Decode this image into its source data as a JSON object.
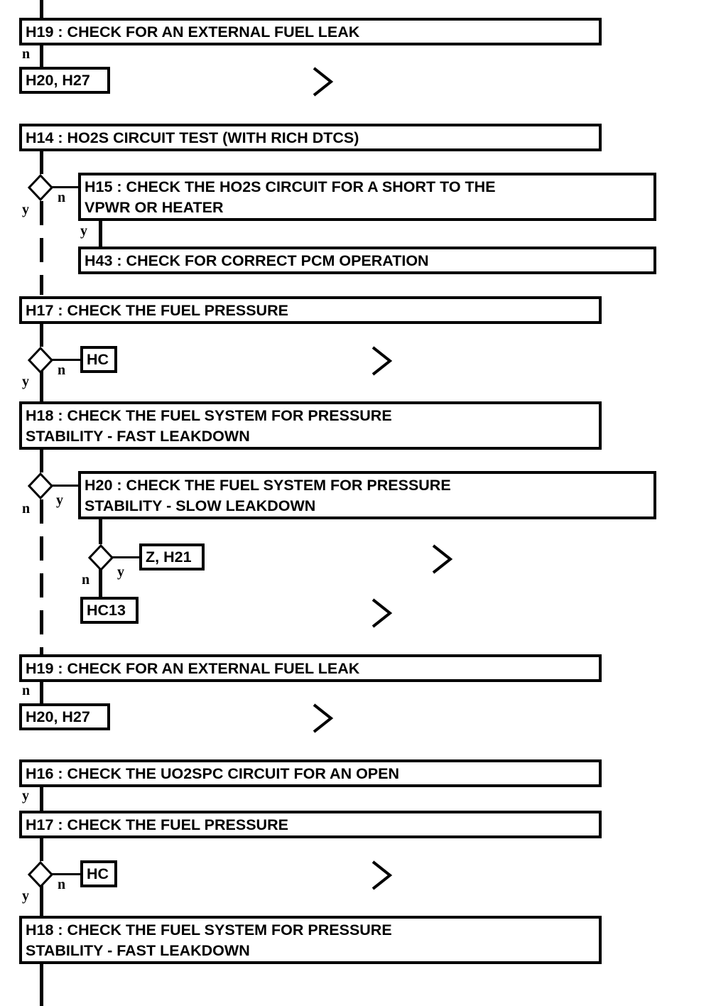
{
  "diagram": {
    "title": "Fuel System / HO2S Diagnostic Flowchart",
    "type": "flowchart",
    "colors": {
      "line": "#000000",
      "background": "#ffffff",
      "text": "#000000"
    },
    "branch_labels": {
      "yes": "y",
      "no": "n"
    }
  },
  "steps": [
    {
      "id": "H19a",
      "label": "H19 : CHECK FOR AN EXTERNAL FUEL LEAK",
      "kind": "process"
    },
    {
      "id": "H20H27a",
      "label": "H20, H27",
      "kind": "terminal"
    },
    {
      "id": "H14",
      "label": "H14 : HO2S CIRCUIT TEST (WITH RICH DTCS)",
      "kind": "process"
    },
    {
      "id": "H15",
      "label": "H15 : CHECK THE HO2S CIRCUIT FOR A SHORT TO THE\nVPWR OR HEATER",
      "kind": "process"
    },
    {
      "id": "H43",
      "label": "H43 : CHECK FOR CORRECT PCM OPERATION",
      "kind": "process"
    },
    {
      "id": "H17a",
      "label": "H17 : CHECK THE FUEL PRESSURE",
      "kind": "process"
    },
    {
      "id": "HCa",
      "label": "HC",
      "kind": "terminal"
    },
    {
      "id": "H18a",
      "label": "H18 : CHECK THE FUEL SYSTEM FOR PRESSURE\nSTABILITY - FAST LEAKDOWN",
      "kind": "process"
    },
    {
      "id": "H20",
      "label": "H20 : CHECK THE FUEL SYSTEM FOR PRESSURE\nSTABILITY - SLOW LEAKDOWN",
      "kind": "process"
    },
    {
      "id": "ZH21",
      "label": "Z, H21",
      "kind": "terminal"
    },
    {
      "id": "HC13",
      "label": "HC13",
      "kind": "terminal"
    },
    {
      "id": "H19b",
      "label": "H19 : CHECK FOR AN EXTERNAL FUEL LEAK",
      "kind": "process"
    },
    {
      "id": "H20H27b",
      "label": "H20, H27",
      "kind": "terminal"
    },
    {
      "id": "H16",
      "label": "H16 : CHECK THE UO2SPC CIRCUIT FOR AN OPEN",
      "kind": "process"
    },
    {
      "id": "H17b",
      "label": "H17 : CHECK THE FUEL PRESSURE",
      "kind": "process"
    },
    {
      "id": "HCb",
      "label": "HC",
      "kind": "terminal"
    },
    {
      "id": "H18b",
      "label": "H18 : CHECK THE FUEL SYSTEM FOR PRESSURE\nSTABILITY - FAST LEAKDOWN",
      "kind": "process"
    }
  ],
  "branches": [
    {
      "from": "H19a",
      "label": "n",
      "to": "H20H27a"
    },
    {
      "from": "H14",
      "label": "n",
      "to": "H15"
    },
    {
      "from": "H14",
      "label": "y",
      "to": "H17a"
    },
    {
      "from": "H15",
      "label": "y",
      "to": "H43"
    },
    {
      "from": "H17a",
      "label": "n",
      "to": "HCa"
    },
    {
      "from": "H17a",
      "label": "y",
      "to": "H18a"
    },
    {
      "from": "H18a",
      "label": "y",
      "to": "H20"
    },
    {
      "from": "H18a",
      "label": "n",
      "to": "H19b"
    },
    {
      "from": "H20",
      "label": "y",
      "to": "ZH21"
    },
    {
      "from": "H20",
      "label": "n",
      "to": "HC13"
    },
    {
      "from": "H19b",
      "label": "n",
      "to": "H20H27b"
    },
    {
      "from": "H16",
      "label": "y",
      "to": "H17b"
    },
    {
      "from": "H17b",
      "label": "n",
      "to": "HCb"
    },
    {
      "from": "H17b",
      "label": "y",
      "to": "H18b"
    }
  ],
  "chevron_markers": [
    {
      "near": "H20H27a"
    },
    {
      "near": "HCa"
    },
    {
      "near": "ZH21"
    },
    {
      "near": "HC13"
    },
    {
      "near": "H20H27b"
    },
    {
      "near": "HCb"
    }
  ]
}
